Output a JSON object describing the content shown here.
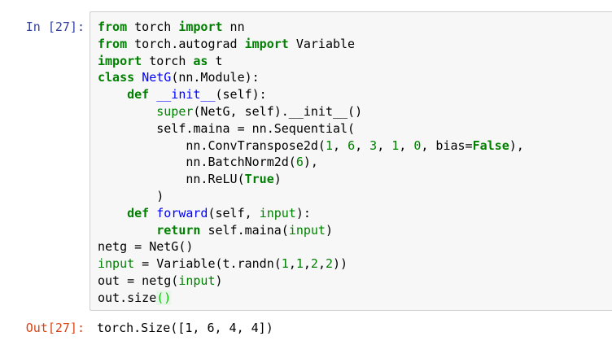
{
  "cell": {
    "in_prompt": "In [27]:",
    "out_prompt": "Out[27]:",
    "output": "torch.Size([1, 6, 4, 4])",
    "code_lines": [
      [
        [
          "k",
          "from"
        ],
        [
          "t",
          " torch "
        ],
        [
          "k",
          "import"
        ],
        [
          "t",
          " nn"
        ]
      ],
      [
        [
          "k",
          "from"
        ],
        [
          "t",
          " torch.autograd "
        ],
        [
          "k",
          "import"
        ],
        [
          "t",
          " Variable"
        ]
      ],
      [
        [
          "k",
          "import"
        ],
        [
          "t",
          " torch "
        ],
        [
          "k",
          "as"
        ],
        [
          "t",
          " t"
        ]
      ],
      [
        [
          "k",
          "class"
        ],
        [
          "t",
          " "
        ],
        [
          "def",
          "NetG"
        ],
        [
          "t",
          "(nn.Module):"
        ]
      ],
      [
        [
          "t",
          "    "
        ],
        [
          "k",
          "def"
        ],
        [
          "t",
          " "
        ],
        [
          "def",
          "__init__"
        ],
        [
          "t",
          "(self):"
        ]
      ],
      [
        [
          "t",
          "        "
        ],
        [
          "bi",
          "super"
        ],
        [
          "t",
          "(NetG, self).__init__()"
        ]
      ],
      [
        [
          "t",
          "        self.maina = nn.Sequential("
        ]
      ],
      [
        [
          "t",
          "            nn.ConvTranspose2d("
        ],
        [
          "n",
          "1"
        ],
        [
          "t",
          ", "
        ],
        [
          "n",
          "6"
        ],
        [
          "t",
          ", "
        ],
        [
          "n",
          "3"
        ],
        [
          "t",
          ", "
        ],
        [
          "n",
          "1"
        ],
        [
          "t",
          ", "
        ],
        [
          "n",
          "0"
        ],
        [
          "t",
          ", bias="
        ],
        [
          "k",
          "False"
        ],
        [
          "t",
          "),"
        ]
      ],
      [
        [
          "t",
          "            nn.BatchNorm2d("
        ],
        [
          "n",
          "6"
        ],
        [
          "t",
          "),"
        ]
      ],
      [
        [
          "t",
          "            nn.ReLU("
        ],
        [
          "k",
          "True"
        ],
        [
          "t",
          ")"
        ]
      ],
      [
        [
          "t",
          "        )"
        ]
      ],
      [
        [
          "t",
          "    "
        ],
        [
          "k",
          "def"
        ],
        [
          "t",
          " "
        ],
        [
          "def",
          "forward"
        ],
        [
          "t",
          "(self, "
        ],
        [
          "bi",
          "input"
        ],
        [
          "t",
          "):"
        ]
      ],
      [
        [
          "t",
          "        "
        ],
        [
          "k",
          "return"
        ],
        [
          "t",
          " self.maina("
        ],
        [
          "bi",
          "input"
        ],
        [
          "t",
          ")"
        ]
      ],
      [
        [
          "t",
          "netg = NetG()"
        ]
      ],
      [
        [
          "bi",
          "input"
        ],
        [
          "t",
          " = Variable(t.randn("
        ],
        [
          "n",
          "1"
        ],
        [
          "t",
          ","
        ],
        [
          "n",
          "1"
        ],
        [
          "t",
          ","
        ],
        [
          "n",
          "2"
        ],
        [
          "t",
          ","
        ],
        [
          "n",
          "2"
        ],
        [
          "t",
          "))"
        ]
      ],
      [
        [
          "t",
          "out = netg("
        ],
        [
          "bi",
          "input"
        ],
        [
          "t",
          ")"
        ]
      ],
      [
        [
          "t",
          "out.size"
        ],
        [
          "cur",
          "()"
        ]
      ]
    ]
  }
}
